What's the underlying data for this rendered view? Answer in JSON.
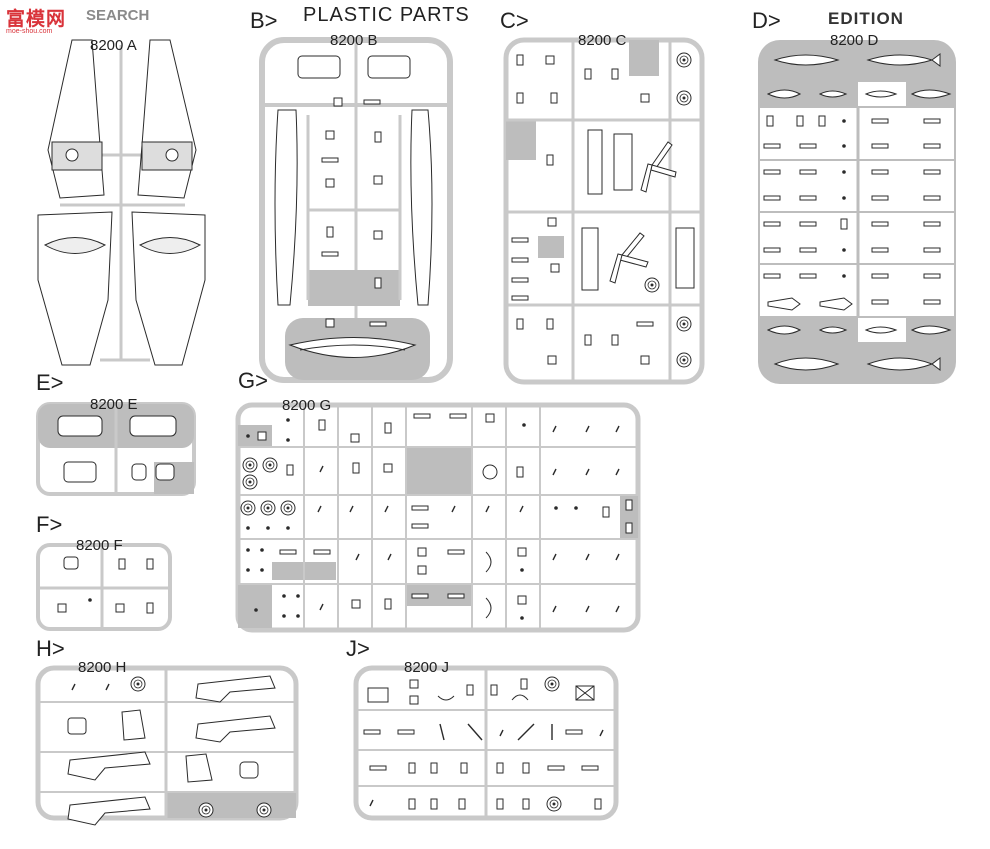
{
  "watermark": {
    "main": "富模网",
    "search": "SEARCH",
    "url": "moe-shou.com"
  },
  "title": "PLASTIC PARTS",
  "edition": "EDITION",
  "sprues": [
    {
      "id": "a",
      "letter": "",
      "code": "8200 A"
    },
    {
      "id": "b",
      "letter": "B>",
      "code": "8200 B"
    },
    {
      "id": "c",
      "letter": "C>",
      "code": "8200 C"
    },
    {
      "id": "d",
      "letter": "D>",
      "code": "8200 D"
    },
    {
      "id": "e",
      "letter": "E>",
      "code": "8200 E"
    },
    {
      "id": "f",
      "letter": "F>",
      "code": "8200 F"
    },
    {
      "id": "g",
      "letter": "G>",
      "code": "8200 G"
    },
    {
      "id": "h",
      "letter": "H>",
      "code": "8200 H"
    },
    {
      "id": "j",
      "letter": "J>",
      "code": "8200 J"
    }
  ],
  "colors": {
    "frame": "#c9c9c9",
    "shade": "#bdbdbd",
    "line": "#2b2b2b",
    "part_fill": "#ffffff"
  }
}
